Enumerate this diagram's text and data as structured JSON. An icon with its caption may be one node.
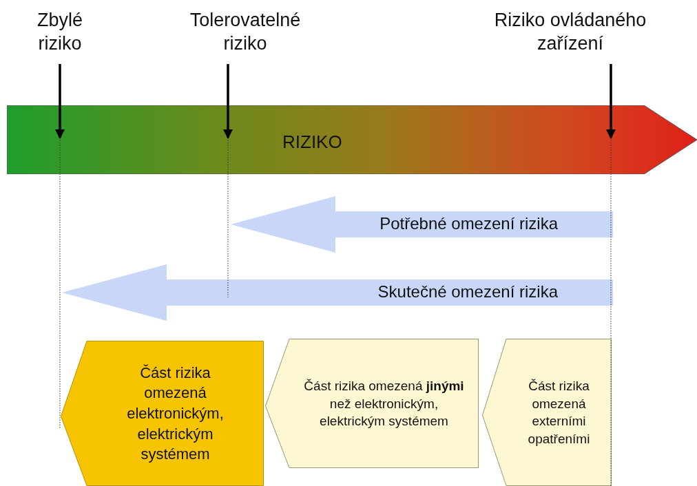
{
  "diagram": {
    "nodes": [
      {
        "text": [
          "Zbylé riziko"
        ]
      },
      {
        "text": [
          "Tolerovatelné riziko"
        ]
      },
      {
        "text": [
          "Riziko ovládaného zařízení"
        ]
      },
      {
        "text": [
          "RIZIKO"
        ]
      },
      {
        "text": [
          "Potřebné omezení rizika"
        ]
      },
      {
        "text": [
          "Skutečné omezení rizika"
        ]
      },
      {
        "text": [
          "Část rizika omezená elektronickým, elektrickým systémem"
        ]
      },
      {
        "text": [
          "Část rizika omezená **jinými** než elektronickým, elektrickým systémem"
        ]
      },
      {
        "text": [
          "Část rizika omezená externími opatřeními"
        ]
      }
    ],
    "edges": [
      {
        "from": 0,
        "to": 3,
        "arrow": "to"
      },
      {
        "from": 1,
        "to": 3,
        "arrow": "to"
      },
      {
        "from": 2,
        "to": 3,
        "arrow": "to"
      }
    ]
  }
}
